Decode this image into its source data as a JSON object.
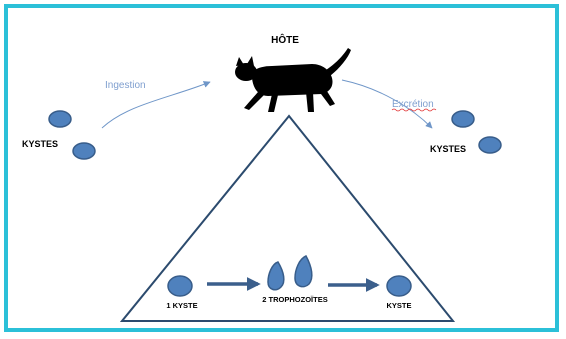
{
  "host_label": "HÔTE",
  "left_cysts_label": "KYSTES",
  "right_cysts_label": "KYSTES",
  "ingestion_label": "Ingestion",
  "excretion_label": "Excrétion",
  "cycle": {
    "stage1_label": "1 KYSTE",
    "stage2_label": "2 TROPHOZOÏTES",
    "stage3_label": "KYSTE"
  },
  "icons": {
    "host": "cat-icon"
  },
  "colors": {
    "frame": "#2bc0d8",
    "cyst_fill": "#4f81bd",
    "cyst_stroke": "#385d8a",
    "triangle": "#2c4b6e",
    "arrow": "#3b5f8c",
    "curve": "#6f96c8",
    "curve_text": "#7f9fcf"
  }
}
